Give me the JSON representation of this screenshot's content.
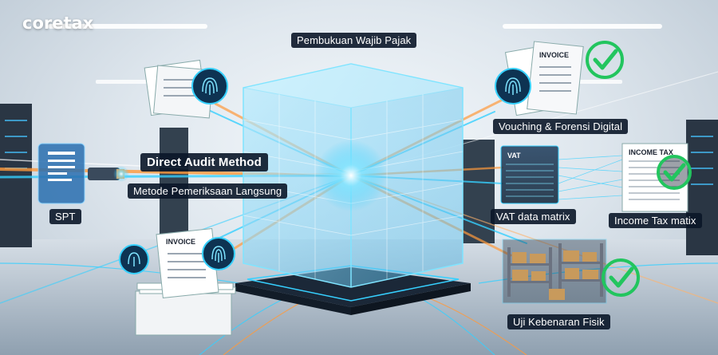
{
  "brand": "coretax",
  "labels": {
    "top": "Pembukuan Wajib Pajak",
    "direct_audit": "Direct Audit Method",
    "metode": "Metode Pemeriksaan Langsung",
    "spt": "SPT",
    "vouching": "Vouching & Forensi Digital",
    "vat_matrix": "VAT data matrix",
    "income_tax": "Income Tax matix",
    "uji": "Uji Kebenaran Fisik"
  },
  "doc_titles": {
    "invoice_top_right": "INVOICE",
    "invoice_bottom_left": "INVOICE",
    "vat_panel": "VAT",
    "income_tax_panel": "INCOME TAX"
  },
  "colors": {
    "dark_label": "#0a1628",
    "cyan_light": "#36d0ff",
    "orange_light": "#ff9a3c",
    "check_green": "#22c55e"
  },
  "icons": {
    "check": "check-icon",
    "fingerprint": "fingerprint-icon",
    "document": "document-icon",
    "shelves": "warehouse-shelves-icon"
  }
}
